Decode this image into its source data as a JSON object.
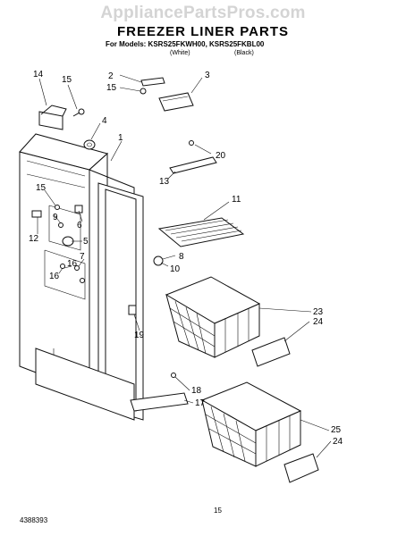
{
  "watermark": "AppliancePartsPros.com",
  "title": "FREEZER LINER PARTS",
  "subtitle": "For Models: KSRS25FKWH00, KSRS25FKBL00",
  "variant_white": "(White)",
  "variant_black": "(Black)",
  "doc_code": "4388393",
  "page_number": "15",
  "callouts": [
    "1",
    "2",
    "3",
    "4",
    "5",
    "6",
    "7",
    "8",
    "9",
    "10",
    "11",
    "12",
    "13",
    "14",
    "15",
    "15",
    "16",
    "16",
    "17",
    "18",
    "19",
    "20",
    "23",
    "24",
    "25",
    "24"
  ]
}
